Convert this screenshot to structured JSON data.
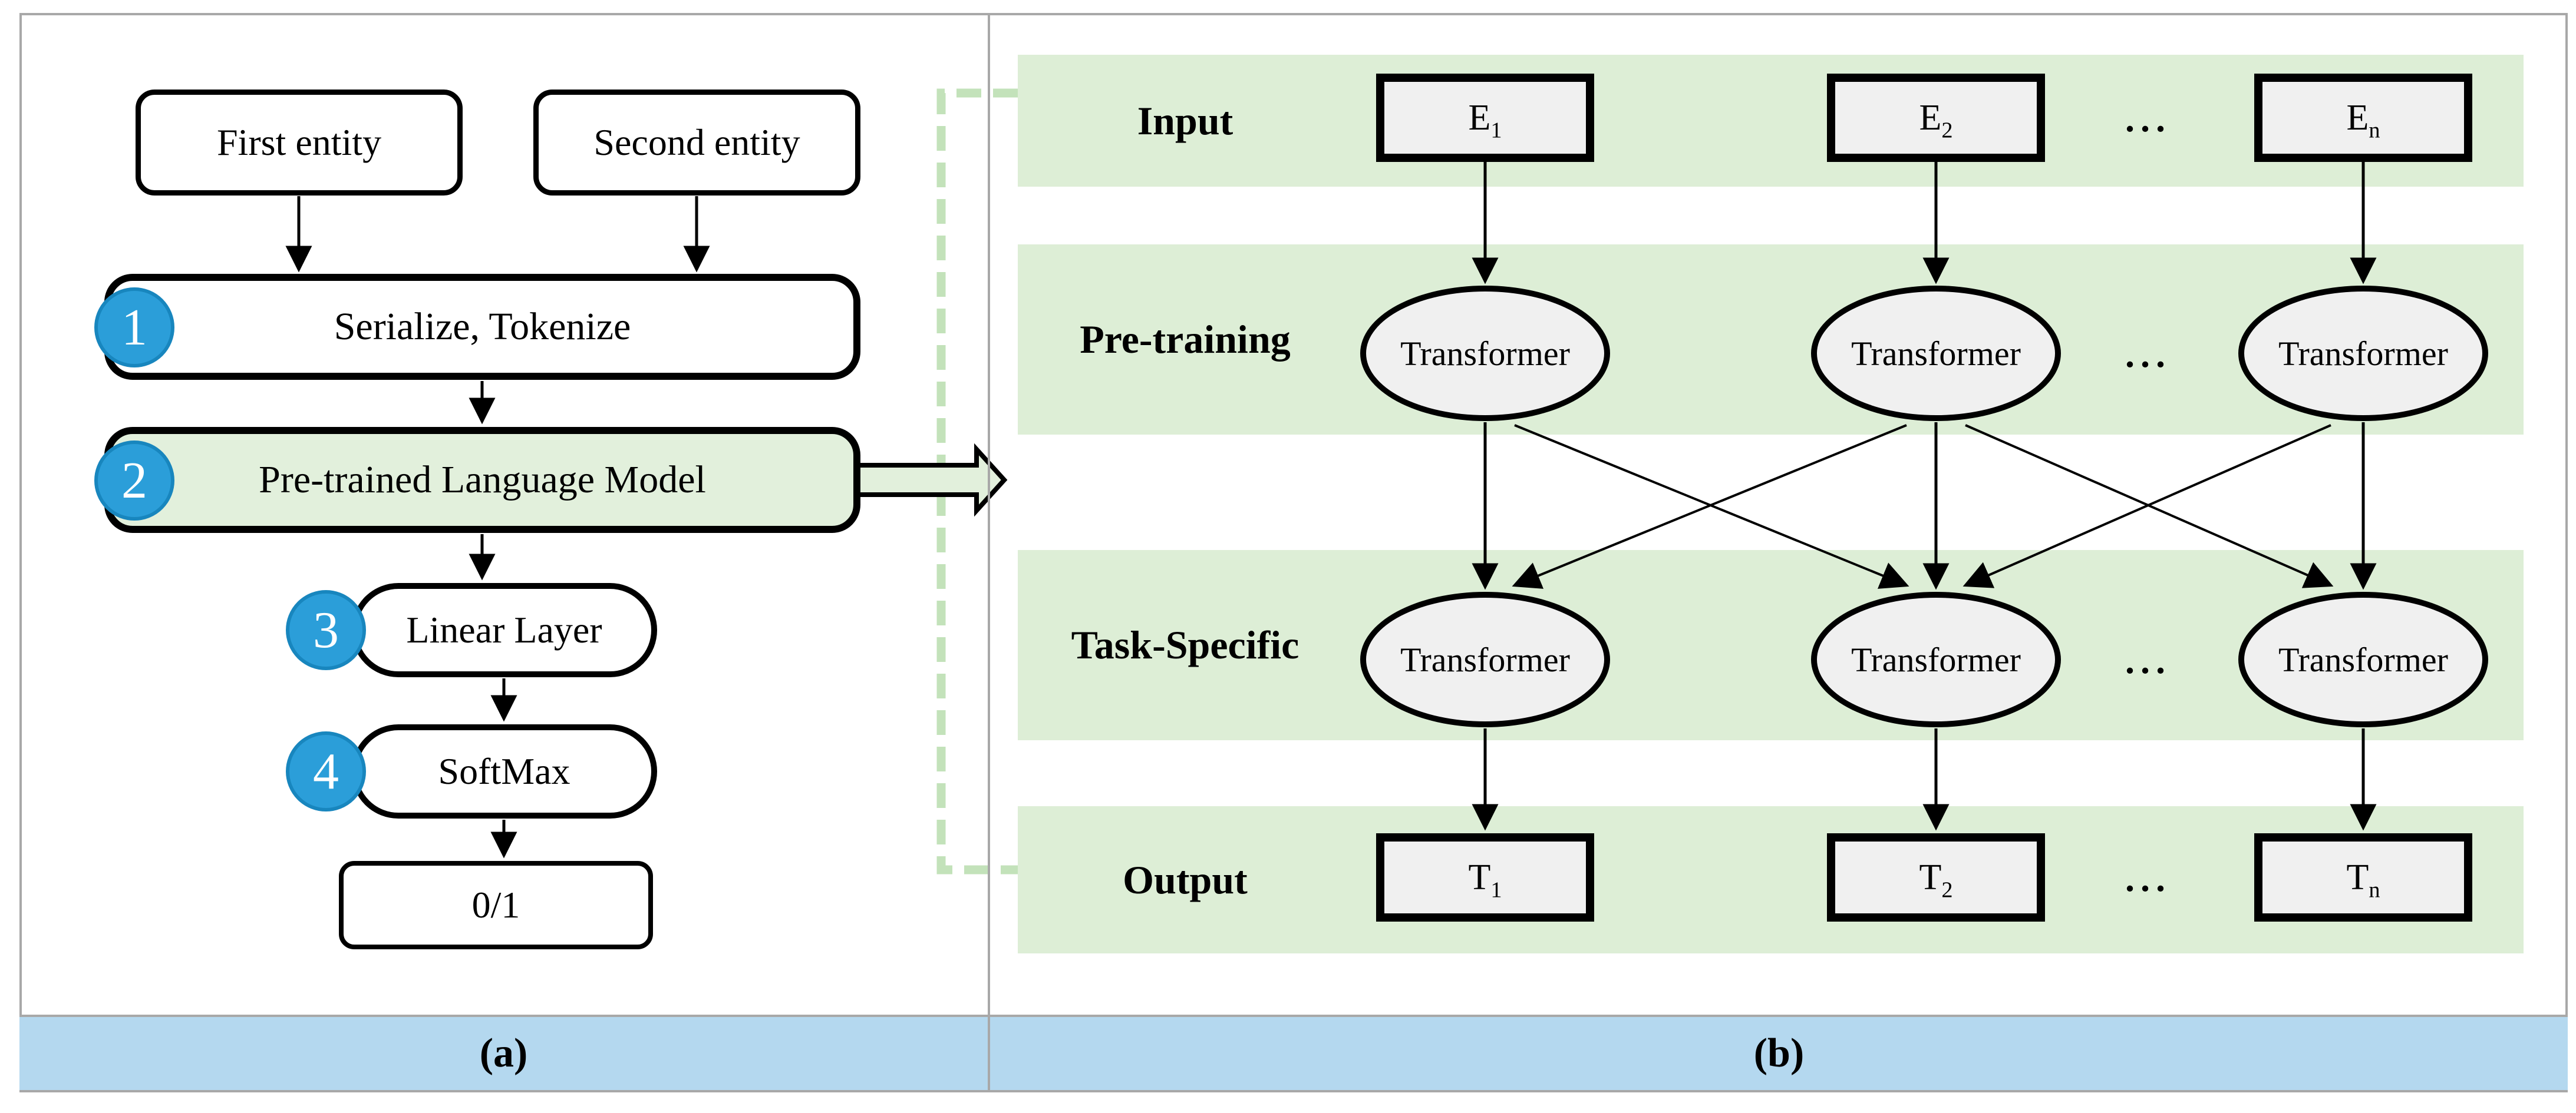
{
  "figure": {
    "panel_a": {
      "caption": "(a)",
      "first_entity": "First entity",
      "second_entity": "Second entity",
      "steps": {
        "serialize": {
          "badge": "1",
          "label": "Serialize, Tokenize"
        },
        "plm": {
          "badge": "2",
          "label": "Pre-trained Language Model"
        },
        "linear": {
          "badge": "3",
          "label": "Linear Layer"
        },
        "softmax": {
          "badge": "4",
          "label": "SoftMax"
        },
        "result": {
          "label": "0/1"
        }
      }
    },
    "panel_b": {
      "caption": "(b)",
      "rows": {
        "input": "Input",
        "pretraining": "Pre-training",
        "task": "Task-Specific",
        "output": "Output"
      },
      "transformer": "Transformer",
      "ellipsis": "...",
      "columns": [
        {
          "e_base": "E",
          "e_sub": "1",
          "t_base": "T",
          "t_sub": "1"
        },
        {
          "e_base": "E",
          "e_sub": "2",
          "t_base": "T",
          "t_sub": "2"
        },
        {
          "e_base": "E",
          "e_sub": "n",
          "t_base": "T",
          "t_sub": "n"
        }
      ]
    }
  },
  "colors": {
    "band_green": "#ddeed6",
    "fill_green": "#e2f0dc",
    "node_gray": "#f0f0f0",
    "badge_blue": "#2b9ed9",
    "badge_border": "#1886be",
    "caption_blue": "#b4d8ef",
    "dash_green": "#c3e2ba",
    "frame_gray": "#a8a8a8",
    "ink": "#000000"
  }
}
